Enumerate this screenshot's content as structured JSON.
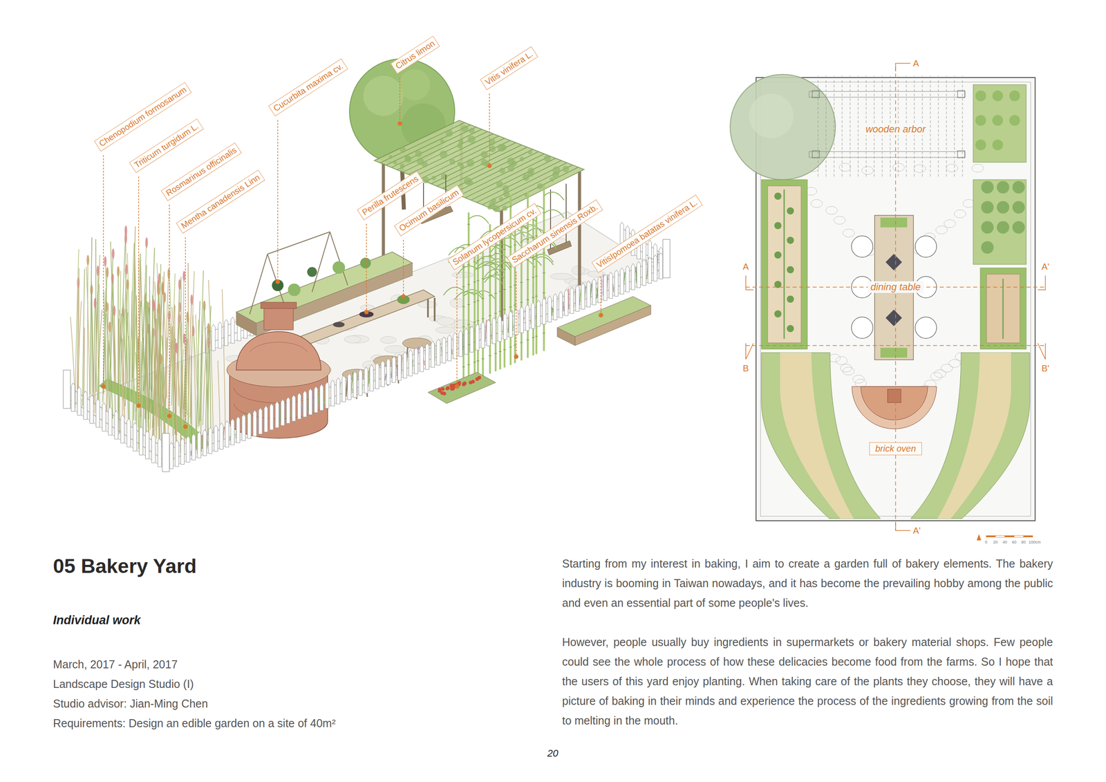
{
  "diagram": {
    "title": "05 Bakery Yard",
    "nodes": [
      {
        "text": [
          "Chenopodium formosanum"
        ]
      },
      {
        "text": [
          "Triticum turgidum L."
        ]
      },
      {
        "text": [
          "Rosmarinus officinalis"
        ]
      },
      {
        "text": [
          "Mentha canadensis Linn"
        ]
      },
      {
        "text": [
          "Cucurbita maxima cv."
        ]
      },
      {
        "text": [
          "Citrus limon"
        ]
      },
      {
        "text": [
          "Vitis vinifera L."
        ]
      },
      {
        "text": [
          "Perilla frutescens"
        ]
      },
      {
        "text": [
          "Ocimum basilicum"
        ]
      },
      {
        "text": [
          "Solanum lycopersicum cv."
        ]
      },
      {
        "text": [
          "Saccharum sinensis Roxb."
        ]
      },
      {
        "text": [
          "VitisIpomoea batatas vinifera L."
        ]
      },
      {
        "text": [
          "brick oven"
        ]
      }
    ],
    "labels": [
      "wooden arbor",
      "dining table",
      "A",
      "A'",
      "A",
      "A'",
      "B",
      "B'",
      "0",
      "20",
      "40",
      "60",
      "80",
      "100cm",
      "Individual work",
      "March, 2017 - April, 2017",
      "Landscape Design Studio (I)",
      "Studio advisor: Jian-Ming Chen",
      "Requirements: Design an edible garden on a site of 40m²",
      "Starting from my interest in baking, I aim to create a garden full of bakery elements. The bakery industry is booming in Taiwan nowadays, and it has become the prevailing hobby among the public and even an essential part of some people's lives.",
      "However, people usually buy ingredients in supermarkets or bakery material shops. Few people could see the whole process of how these delicacies become food from the farms. So I hope that the users of this yard enjoy planting. When taking care of the plants they choose, they will have a picture of baking in their minds and experience the process of the ingredients growing from the soil to melting in the mouth.",
      "20"
    ]
  }
}
